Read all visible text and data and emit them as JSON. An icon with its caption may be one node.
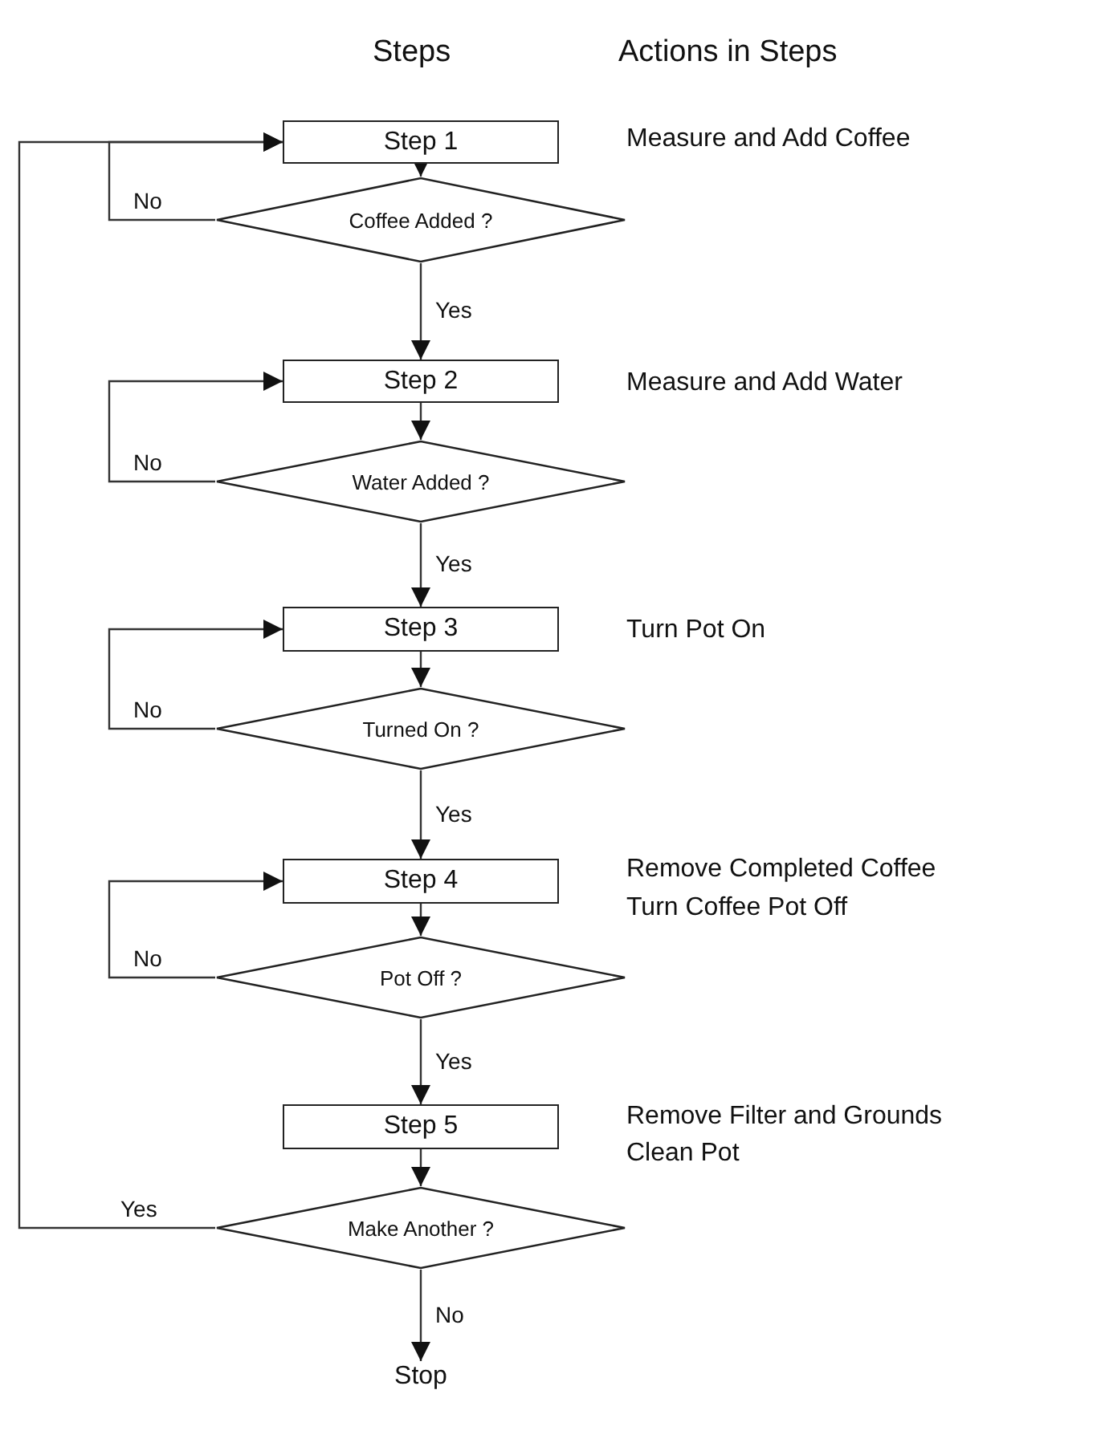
{
  "diagram": {
    "nodes": [
      {
        "text": [
          "Step 1"
        ]
      },
      {
        "text": [
          "Coffee Added ?"
        ]
      },
      {
        "text": [
          "Step 2"
        ],
        "beside": [
          "Measure and Add Water"
        ]
      },
      {
        "text": [
          "Water Added ?"
        ]
      },
      {
        "text": [
          "Step 3"
        ],
        "beside": [
          "Turn Pot On"
        ]
      },
      {
        "text": [
          "Turned On ?"
        ]
      },
      {
        "text": [
          "Step 4"
        ],
        "beside": [
          "Remove Completed Coffee",
          "Turn Coffee Pot Off"
        ]
      },
      {
        "text": [
          "Pot Off ?"
        ]
      },
      {
        "text": [
          "Step 5"
        ],
        "beside": [
          "Remove Filter and Grounds",
          "Clean Pot"
        ]
      },
      {
        "text": [
          "Make Another ?"
        ]
      },
      {
        "text": [
          "Stop"
        ]
      }
    ],
    "edges": [
      {
        "from": 0,
        "to": 1,
        "arrow": "to"
      },
      {
        "from": 1,
        "to": 0,
        "arrow": "to",
        "label": "No"
      },
      {
        "from": 1,
        "to": 2,
        "arrow": "to",
        "label": "Yes"
      },
      {
        "from": 2,
        "to": 3,
        "arrow": "to"
      },
      {
        "from": 3,
        "to": 2,
        "arrow": "to",
        "label": "No"
      },
      {
        "from": 3,
        "to": 4,
        "arrow": "to",
        "label": "Yes"
      },
      {
        "from": 4,
        "to": 5,
        "arrow": "to"
      },
      {
        "from": 5,
        "to": 4,
        "arrow": "to",
        "label": "No"
      },
      {
        "from": 5,
        "to": 6,
        "arrow": "to",
        "label": "Yes"
      },
      {
        "from": 6,
        "to": 7,
        "arrow": "to"
      },
      {
        "from": 7,
        "to": 6,
        "arrow": "to",
        "label": "No"
      },
      {
        "from": 7,
        "to": 8,
        "arrow": "to",
        "label": "Yes"
      },
      {
        "from": 8,
        "to": 9,
        "arrow": "to"
      },
      {
        "from": 9,
        "to": 0,
        "arrow": "to",
        "label": "Yes"
      },
      {
        "from": 9,
        "to": 10,
        "arrow": "to",
        "label": "No"
      }
    ],
    "labels": [
      "Steps",
      "Actions in Steps",
      "Measure and Add Coffee"
    ]
  }
}
